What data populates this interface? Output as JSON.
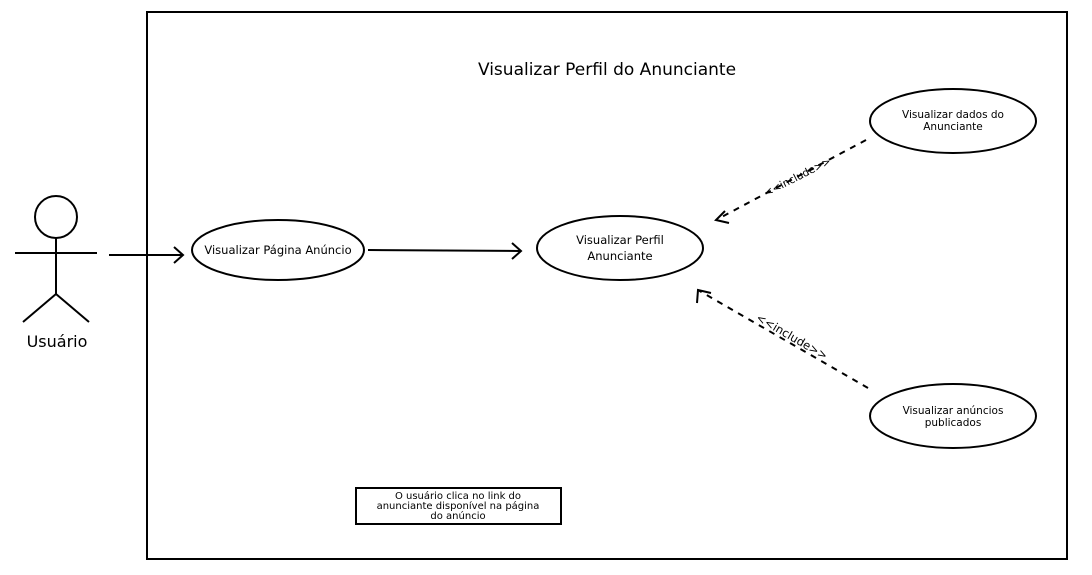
{
  "diagram": {
    "system_title": "Visualizar Perfil do Anunciante",
    "actor": {
      "name": "Usuário"
    },
    "use_cases": {
      "pagina_anuncio": {
        "lines": [
          "Visualizar Página Anúncio"
        ]
      },
      "perfil_anunciante": {
        "lines": [
          "Visualizar Perfil",
          "Anunciante"
        ]
      },
      "dados_anunciante": {
        "lines": [
          "Visualizar dados do",
          "Anunciante"
        ]
      },
      "anuncios_publicados": {
        "lines": [
          "Visualizar anúncios",
          "publicados"
        ]
      }
    },
    "relations": {
      "include_top": "<<include>>",
      "include_bottom": "<<include>>"
    },
    "note": {
      "lines": [
        "O usuário clica no link do",
        "anunciante disponível na página",
        "do anúncio"
      ]
    }
  }
}
